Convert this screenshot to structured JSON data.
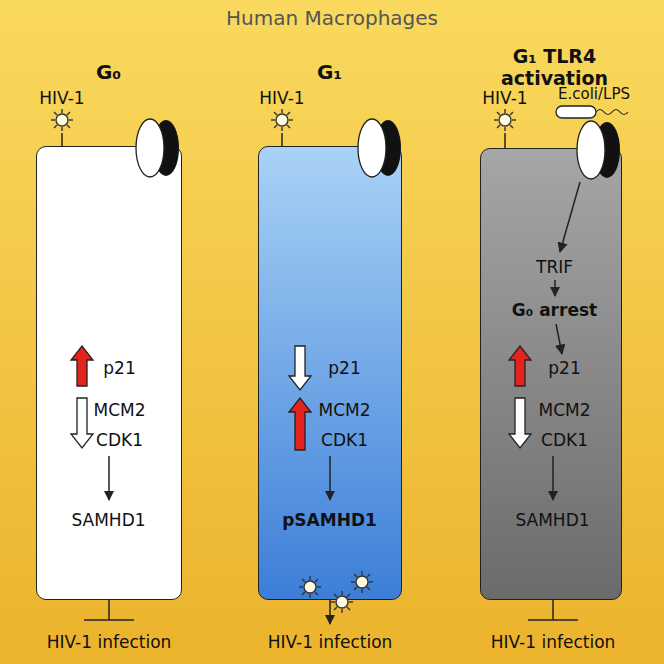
{
  "diagram": {
    "title": "Human Macrophages",
    "nodes": [
      {
        "text": [
          "G₀",
          "p21",
          "MCM2",
          "CDK1",
          "SAMHD1"
        ]
      },
      {
        "text": [
          "G₁",
          "p21",
          "MCM2",
          "CDK1",
          "pSAMHD1"
        ]
      },
      {
        "text": [
          "G₁ TLR4 activation",
          "TRIF",
          "G₀ arrest",
          "p21",
          "MCM2",
          "CDK1",
          "SAMHD1"
        ]
      }
    ],
    "labels": [
      "HIV-1",
      "HIV-1",
      "HIV-1",
      "E.coli/LPS",
      "HIV-1 infection",
      "HIV-1 infection",
      "HIV-1 infection"
    ]
  }
}
